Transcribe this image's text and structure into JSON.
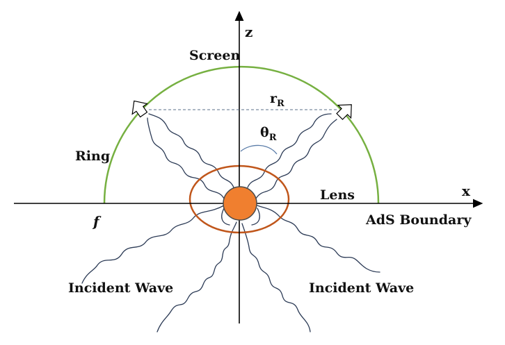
{
  "labels": {
    "z_axis": "z",
    "x_axis": "x",
    "screen": "Screen",
    "ring": "Ring",
    "lens": "Lens",
    "boundary": "AdS Boundary",
    "focal": "f",
    "incident_left": "Incident Wave",
    "incident_right": "Incident Wave",
    "r_base": "r",
    "r_sub": "R",
    "theta_base": "θ",
    "theta_sub": "R"
  },
  "colors": {
    "screen_arc": "#76b041",
    "lens": "#c0561b",
    "ball_fill": "#f07f2f",
    "ball_stroke": "#4a4a4a",
    "axis": "#000000",
    "wave": "#2b3a55",
    "dashed_line": "#5a6f8a",
    "angle_arc": "#5a7ca8"
  },
  "icons": [
    "ray-arrow-left-icon",
    "ray-arrow-right-icon"
  ]
}
